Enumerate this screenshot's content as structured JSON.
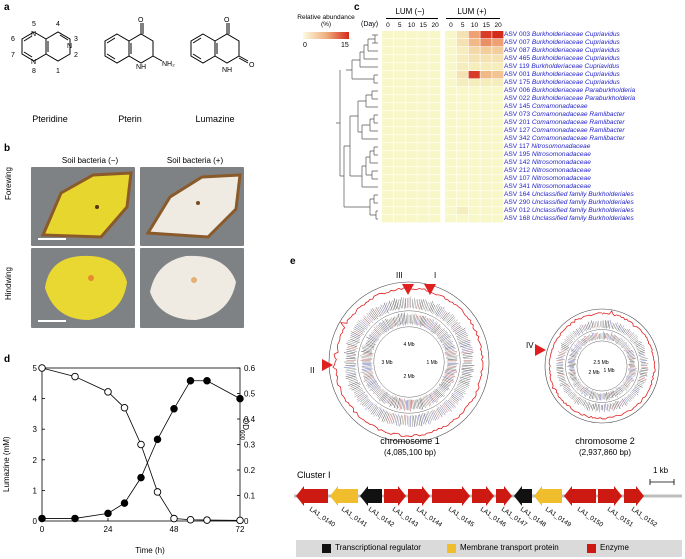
{
  "panel_labels": [
    "a",
    "b",
    "c",
    "d",
    "e"
  ],
  "panel_a": {
    "structures": [
      "Pteridine",
      "Pterin",
      "Lumazine"
    ],
    "ring_numbers": [
      "5",
      "4",
      "6",
      "3",
      "7",
      "2",
      "8",
      "1"
    ],
    "atoms": {
      "N": "N",
      "O": "O",
      "NH": "NH",
      "NH2": "NH₂"
    }
  },
  "panel_b": {
    "columns": [
      "Soil bacteria (−)",
      "Soil bacteria (+)"
    ],
    "rows": [
      "Forewing",
      "Hindwing"
    ],
    "colors": {
      "background": "#7f8285",
      "yellow": "#e8d830",
      "white": "#eeeae0",
      "border": "#8a5a2a"
    }
  },
  "panel_c": {
    "legend_title": "Relative abundance (%)",
    "legend_min": "0",
    "legend_max": "15",
    "group_labels": [
      "LUM (−)",
      "LUM (+)"
    ],
    "day_label": "(Day)",
    "days": [
      "0",
      "5",
      "10",
      "15",
      "20",
      "0",
      "5",
      "10",
      "15",
      "20"
    ],
    "rows": [
      {
        "id": "ASV 003",
        "taxon": "Burkholderiaceae Cupriavidus"
      },
      {
        "id": "ASV 007",
        "taxon": "Burkholderiaceae Cupriavidus"
      },
      {
        "id": "ASV 087",
        "taxon": "Burkholderiaceae Cupriavidus"
      },
      {
        "id": "ASV 465",
        "taxon": "Burkholderiaceae Cupriavidus"
      },
      {
        "id": "ASV 119",
        "taxon": "Burkholderiaceae Cupriavidus"
      },
      {
        "id": "ASV 001",
        "taxon": "Burkholderiaceae Cupriavidus"
      },
      {
        "id": "ASV 175",
        "taxon": "Burkholderiaceae Cupriavidus"
      },
      {
        "id": "ASV 006",
        "taxon": "Burkholderiaceae Paraburkholderia"
      },
      {
        "id": "ASV 022",
        "taxon": "Burkholderiaceae Paraburkholderia"
      },
      {
        "id": "ASV 145",
        "taxon": "Comamonadaceae"
      },
      {
        "id": "ASV 073",
        "taxon": "Comamonadaceae Ramlibacter"
      },
      {
        "id": "ASV 201",
        "taxon": "Comamonadaceae Ramlibacter"
      },
      {
        "id": "ASV 127",
        "taxon": "Comamonadaceae Ramlibacter"
      },
      {
        "id": "ASV 342",
        "taxon": "Comamonadaceae Ramlibacter"
      },
      {
        "id": "ASV 117",
        "taxon": "Nitrosomonadaceae"
      },
      {
        "id": "ASV 195",
        "taxon": "Nitrosomonadaceae"
      },
      {
        "id": "ASV 142",
        "taxon": "Nitrosomonadaceae"
      },
      {
        "id": "ASV 212",
        "taxon": "Nitrosomonadaceae"
      },
      {
        "id": "ASV 107",
        "taxon": "Nitrosomonadaceae"
      },
      {
        "id": "ASV 341",
        "taxon": "Nitrosomonadaceae"
      },
      {
        "id": "ASV 164",
        "taxon": "Unclassified family Burkholderiales"
      },
      {
        "id": "ASV 290",
        "taxon": "Unclassified family Burkholderiales"
      },
      {
        "id": "ASV 012",
        "taxon": "Unclassified family Burkholderiales"
      },
      {
        "id": "ASV 168",
        "taxon": "Unclassified family Burkholderiales"
      }
    ],
    "heat_values": [
      [
        0,
        0,
        0,
        0,
        0,
        0,
        2,
        8,
        14,
        15
      ],
      [
        0,
        0,
        0,
        0,
        0,
        0,
        2,
        6,
        9,
        8
      ],
      [
        0,
        0,
        0,
        0,
        0,
        0,
        1,
        3,
        4,
        4
      ],
      [
        0,
        0,
        0,
        0,
        0,
        0,
        1,
        2,
        2,
        2
      ],
      [
        0,
        0,
        0,
        0,
        0,
        0,
        1,
        1,
        1,
        1
      ],
      [
        0,
        0,
        0,
        0,
        0,
        0,
        2,
        14,
        6,
        5
      ],
      [
        0,
        0,
        0,
        0,
        0,
        0,
        1,
        1,
        1,
        1
      ],
      [
        0,
        0,
        0,
        0,
        0,
        0,
        0,
        0,
        0,
        0
      ],
      [
        0,
        0,
        0,
        0,
        0,
        0,
        0,
        0,
        0,
        0
      ],
      [
        0,
        0,
        0,
        0,
        0,
        0,
        0,
        0,
        0,
        0
      ],
      [
        0,
        0,
        0,
        0,
        0,
        0,
        0,
        0,
        0,
        0
      ],
      [
        0,
        0,
        0,
        0,
        0,
        0,
        0,
        0,
        0,
        0
      ],
      [
        0,
        0,
        0,
        0,
        0,
        0,
        0,
        0,
        0,
        0
      ],
      [
        0,
        0,
        0,
        0,
        0,
        0,
        0,
        0,
        0,
        0
      ],
      [
        0,
        0,
        0,
        0,
        0,
        0,
        0,
        0,
        0,
        0
      ],
      [
        0,
        0,
        0,
        0,
        0,
        0,
        0,
        0,
        0,
        0
      ],
      [
        0,
        0,
        0,
        0,
        0,
        0,
        0,
        0,
        0,
        0
      ],
      [
        0,
        0,
        0,
        0,
        0,
        0,
        0,
        0,
        0,
        0
      ],
      [
        0,
        0,
        0,
        0,
        0,
        0,
        0,
        0,
        0,
        0
      ],
      [
        0,
        0,
        0,
        0,
        0,
        0,
        0,
        0,
        0,
        0
      ],
      [
        0,
        0,
        0,
        0,
        0,
        0,
        0,
        0,
        0,
        0
      ],
      [
        0,
        0,
        0,
        0,
        0,
        0,
        0,
        0,
        0,
        0
      ],
      [
        0,
        0,
        0,
        0,
        0,
        0,
        1,
        0,
        0,
        0
      ],
      [
        0,
        0,
        0,
        0,
        0,
        0,
        0,
        0,
        0,
        0
      ]
    ],
    "colors": {
      "low": "#f7f7c8",
      "high": "#d42a1a"
    }
  },
  "panel_e": {
    "markers": [
      "III",
      "I",
      "II",
      "IV"
    ],
    "chromosomes": [
      {
        "name": "chromosome 1",
        "size": "(4,085,100 bp)",
        "ticks": [
          "4 Mb",
          "1 Mb",
          "2 Mb",
          "3 Mb"
        ]
      },
      {
        "name": "chromosome 2",
        "size": "(2,937,860 bp)",
        "ticks": [
          "2.5 Mb",
          "1 Mb",
          "2 Mb"
        ]
      }
    ],
    "cluster_title": "Cluster I",
    "scale_label": "1 kb",
    "genes": [
      {
        "label": "LA1_0140",
        "type": "enzyme",
        "dir": "left"
      },
      {
        "label": "LA1_0141",
        "type": "transport",
        "dir": "left"
      },
      {
        "label": "LA1_0142",
        "type": "regulator",
        "dir": "left"
      },
      {
        "label": "LA1_0143",
        "type": "enzyme",
        "dir": "right"
      },
      {
        "label": "LA1_0144",
        "type": "enzyme",
        "dir": "right"
      },
      {
        "label": "LA1_0145",
        "type": "enzyme",
        "dir": "right"
      },
      {
        "label": "LA1_0146",
        "type": "enzyme",
        "dir": "right"
      },
      {
        "label": "LA1_0147",
        "type": "enzyme",
        "dir": "right"
      },
      {
        "label": "LA1_0148",
        "type": "regulator",
        "dir": "left"
      },
      {
        "label": "LA1_0149",
        "type": "transport",
        "dir": "left"
      },
      {
        "label": "LA1_0150",
        "type": "enzyme",
        "dir": "left"
      },
      {
        "label": "LA1_0151",
        "type": "enzyme",
        "dir": "right"
      },
      {
        "label": "LA1_0152",
        "type": "enzyme",
        "dir": "right"
      }
    ],
    "legend": [
      {
        "label": "Transcriptional regulator",
        "color": "#111111"
      },
      {
        "label": "Membrane transport protein",
        "color": "#f0be2c"
      },
      {
        "label": "Enzyme",
        "color": "#cc1a12"
      }
    ]
  },
  "chart_data": {
    "type": "scatter",
    "xlabel": "Time (h)",
    "ylabel": "Lumazine (mM)",
    "y2label": "OD",
    "y2label_sub": "600",
    "x_ticks": [
      "0",
      "24",
      "48",
      "72"
    ],
    "y_ticks": [
      "0",
      "1",
      "2",
      "3",
      "4",
      "5"
    ],
    "y2_ticks": [
      "0",
      "0.1",
      "0.2",
      "0.3",
      "0.4",
      "0.5",
      "0.6"
    ],
    "xlim": [
      0,
      72
    ],
    "ylim": [
      0,
      5
    ],
    "y2lim": [
      0,
      0.6
    ],
    "series": [
      {
        "axis": "left",
        "marker": "open",
        "x": [
          0,
          12,
          24,
          30,
          36,
          42,
          48,
          54,
          60,
          72
        ],
        "y": [
          5.0,
          4.72,
          4.22,
          3.7,
          2.5,
          0.95,
          0.08,
          0.04,
          0.03,
          0.02
        ]
      },
      {
        "axis": "right",
        "marker": "filled",
        "x": [
          0,
          12,
          24,
          30,
          36,
          42,
          48,
          54,
          60,
          72
        ],
        "y": [
          0.01,
          0.01,
          0.03,
          0.07,
          0.17,
          0.32,
          0.44,
          0.55,
          0.55,
          0.48
        ]
      }
    ]
  }
}
